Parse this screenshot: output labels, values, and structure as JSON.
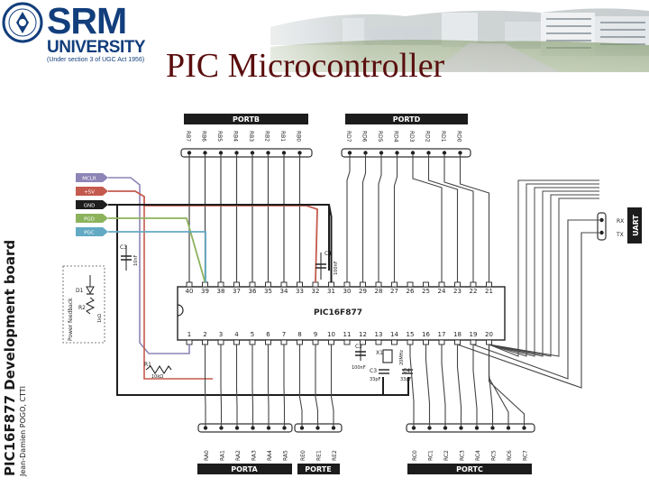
{
  "header": {
    "logo_name": "SRM",
    "logo_subname": "UNIVERSITY",
    "logo_tagline": "(Under section 3 of UGC Act 1956)",
    "slide_title": "PIC Microcontroller"
  },
  "side_title": {
    "main": "PIC16F877 Development board",
    "author": "Jean-Damien POGO, CTTI"
  },
  "schematic": {
    "chip_label": "PIC16F877",
    "ports": {
      "portb": "PORTB",
      "portd": "PORTD",
      "porta": "PORTA",
      "porte": "PORTE",
      "portc": "PORTC"
    },
    "uart_label": "UART",
    "rx_label": "RX",
    "tx_label": "TX",
    "power_rails": [
      "MCLR",
      "+5V",
      "GND",
      "PGD",
      "PGC"
    ],
    "rail_colors": [
      "#8e84b6",
      "#c45a4d",
      "#1e1e1e",
      "#8cb35c",
      "#63a9c4"
    ],
    "portb_pins": [
      "RB7",
      "RB6",
      "RB5",
      "RB4",
      "RB3",
      "RB2",
      "RB1",
      "RB0"
    ],
    "portd_pins": [
      "RD7",
      "RD6",
      "RD5",
      "RD4",
      "RD3",
      "RD2",
      "RD1",
      "RD0"
    ],
    "porta_pins": [
      "RA0",
      "RA1",
      "RA2",
      "RA3",
      "RA4",
      "RA5"
    ],
    "porte_pins": [
      "RE0",
      "RE1",
      "RE2"
    ],
    "portc_pins": [
      "RC0",
      "RC1",
      "RC2",
      "RC3",
      "RC4",
      "RC5",
      "RC6",
      "RC7"
    ],
    "top_pin_numbers": [
      "40",
      "39",
      "38",
      "37",
      "36",
      "35",
      "34",
      "33",
      "32",
      "31",
      "30",
      "29",
      "28",
      "27",
      "26",
      "25",
      "24",
      "23",
      "22",
      "21"
    ],
    "bottom_pin_numbers": [
      "1",
      "2",
      "3",
      "4",
      "5",
      "6",
      "7",
      "8",
      "9",
      "10",
      "11",
      "12",
      "13",
      "14",
      "15",
      "16",
      "17",
      "18",
      "19",
      "20"
    ],
    "components": {
      "c3": "C3",
      "c3_val": "10nF",
      "c1": "C1",
      "c1_val": "100nF",
      "r1": "R1",
      "r1_val": "10kΩ",
      "c2": "C2",
      "c2_val": "100nF",
      "x1": "X1",
      "x1_val": "20MHz",
      "c4": "C3",
      "c4_val": "33pF",
      "c5": "C4",
      "c5_val": "33pF",
      "d1": "D1",
      "r2": "R2",
      "r2_val": "1kΩ",
      "led_label": "Power feedback"
    }
  }
}
